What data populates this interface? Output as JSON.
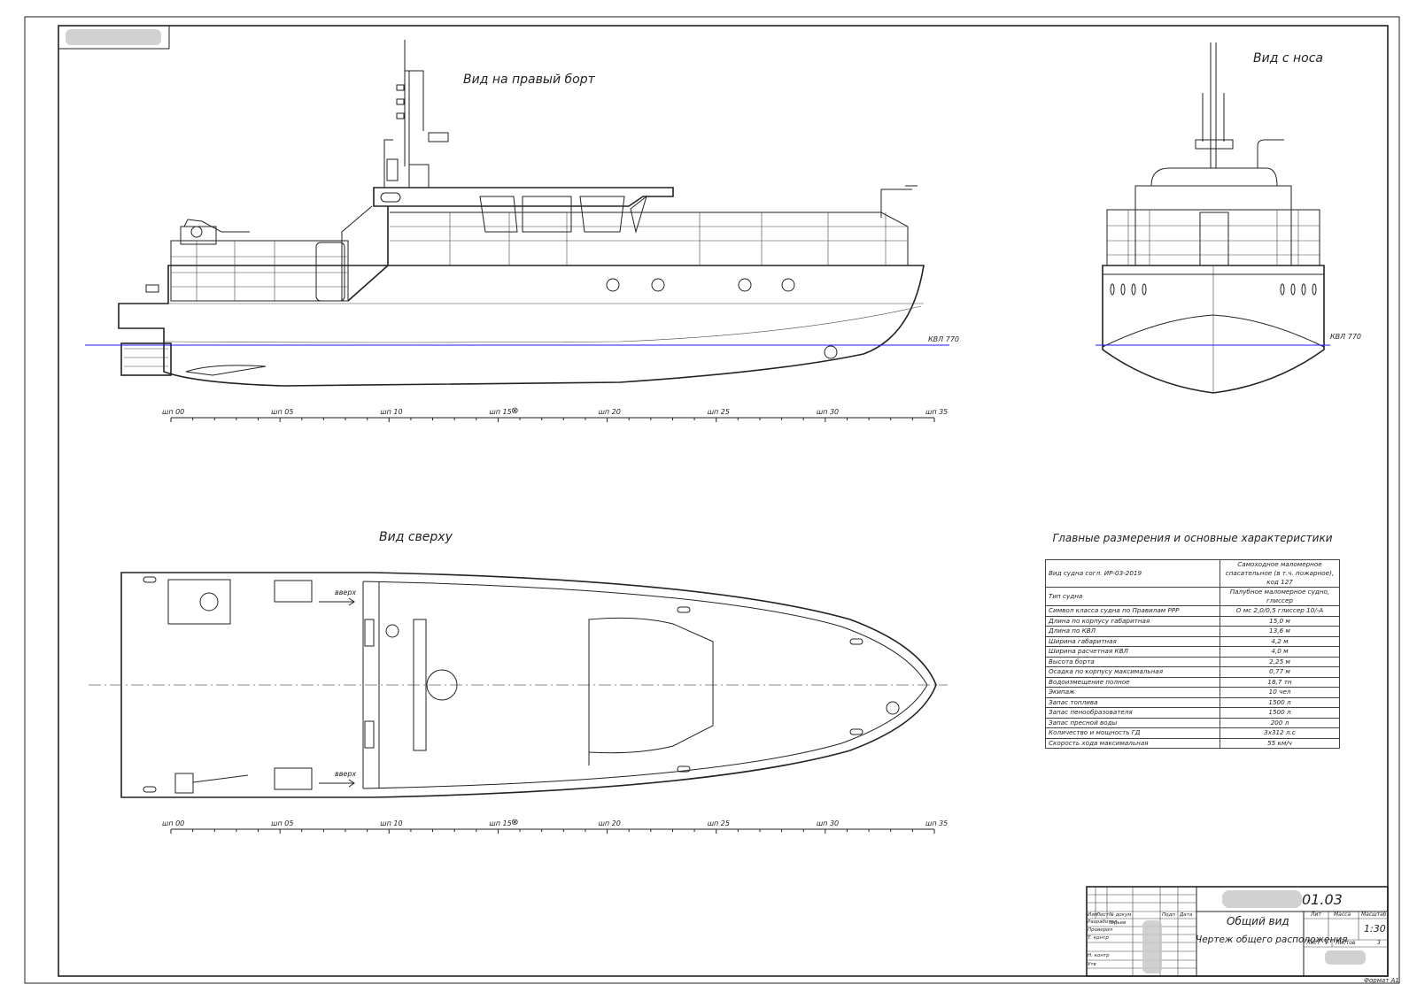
{
  "views": {
    "side_title": "Вид на правый борт",
    "front_title": "Вид с носа",
    "top_title": "Вид сверху",
    "waterline_label_side": "КВЛ 770",
    "waterline_label_front": "КВЛ 770",
    "arrow_label_1": "вверх",
    "arrow_label_2": "вверх"
  },
  "frame_scale": {
    "ticks": [
      "шп 00",
      "шп 05",
      "шп 10",
      "шп 15",
      "шп 20",
      "шп 25",
      "шп 30",
      "шп 35"
    ],
    "midship_symbol": "⊗"
  },
  "specs": {
    "title": "Главные размерения и основные характеристики",
    "rows": [
      {
        "name": "Вид судна согл. ИР-03-2019",
        "value": "Самоходное маломерное спасательное (в т.ч. пожарное), код 127"
      },
      {
        "name": "Тип судна",
        "value": "Палубное маломерное судно, глиссер"
      },
      {
        "name": "Символ класса судна по Правилам РРР",
        "value": "О мс 2,0/0,5 глиссер 10/-А"
      },
      {
        "name": "Длина по корпусу габаритная",
        "value": "15,0 м"
      },
      {
        "name": "Длина по КВЛ",
        "value": "13,6 м"
      },
      {
        "name": "Ширина габаритная",
        "value": "4,2 м"
      },
      {
        "name": "Ширина расчетная КВЛ",
        "value": "4,0 м"
      },
      {
        "name": "Высота борта",
        "value": "2,25 м"
      },
      {
        "name": "Осадка по корпусу максимальная",
        "value": "0,77 м"
      },
      {
        "name": "Водоизмещение полное",
        "value": "18,7 тн"
      },
      {
        "name": "Экипаж",
        "value": "10 чел"
      },
      {
        "name": "Запас топлива",
        "value": "1500 л"
      },
      {
        "name": "Запас пенообразователя",
        "value": "1500 л"
      },
      {
        "name": "Запас пресной воды",
        "value": "200 л"
      },
      {
        "name": "Количество и мощность ГД",
        "value": "3x312 л.с"
      },
      {
        "name": "Скорость хода максимальная",
        "value": "55 км/ч"
      }
    ]
  },
  "title_block": {
    "doc_code": "01.03",
    "name_line1": "Общий вид",
    "name_line2": "Чертеж общего расположения",
    "col_lit": "Лит",
    "col_mass": "Масса",
    "col_scale": "Масштаб",
    "scale_value": "1:30",
    "sheet_label": "Лист",
    "sheet_value": "1",
    "sheets_label": "Листов",
    "sheets_value": "3",
    "rev_headers": [
      "Изм",
      "Лист",
      "№ докум",
      "Подп",
      "Дата"
    ],
    "roles": [
      "Разработал",
      "Проверил",
      "Т. контр",
      "",
      "Н. контр",
      "Утв"
    ],
    "checker_name": "Юрьев",
    "format": "Формат А1"
  }
}
